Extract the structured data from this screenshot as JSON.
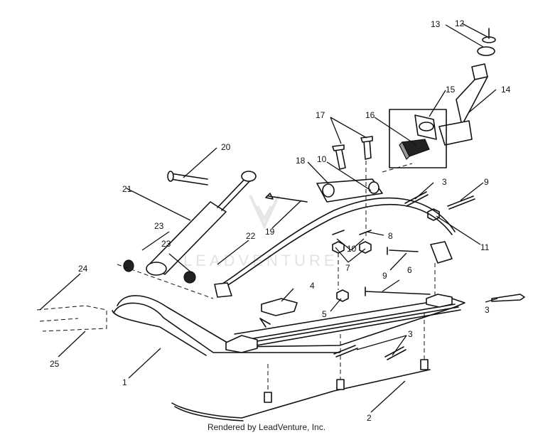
{
  "watermark": {
    "text": "LEADVENTURE"
  },
  "caption": "Rendered by LeadVenture, Inc.",
  "callouts": {
    "c1": "1",
    "c2": "2",
    "c3a": "3",
    "c3b": "3",
    "c3c": "3",
    "c4": "4",
    "c5": "5",
    "c6": "6",
    "c7": "7",
    "c8": "8",
    "c9a": "9",
    "c9b": "9",
    "c10a": "10",
    "c10b": "10",
    "c11": "11",
    "c12": "12",
    "c13": "13",
    "c14": "14",
    "c15": "15",
    "c16": "16",
    "c17": "17",
    "c18": "18",
    "c19": "19",
    "c20": "20",
    "c21": "21",
    "c22": "22",
    "c23a": "23",
    "c23b": "23",
    "c24": "24",
    "c25": "25"
  }
}
